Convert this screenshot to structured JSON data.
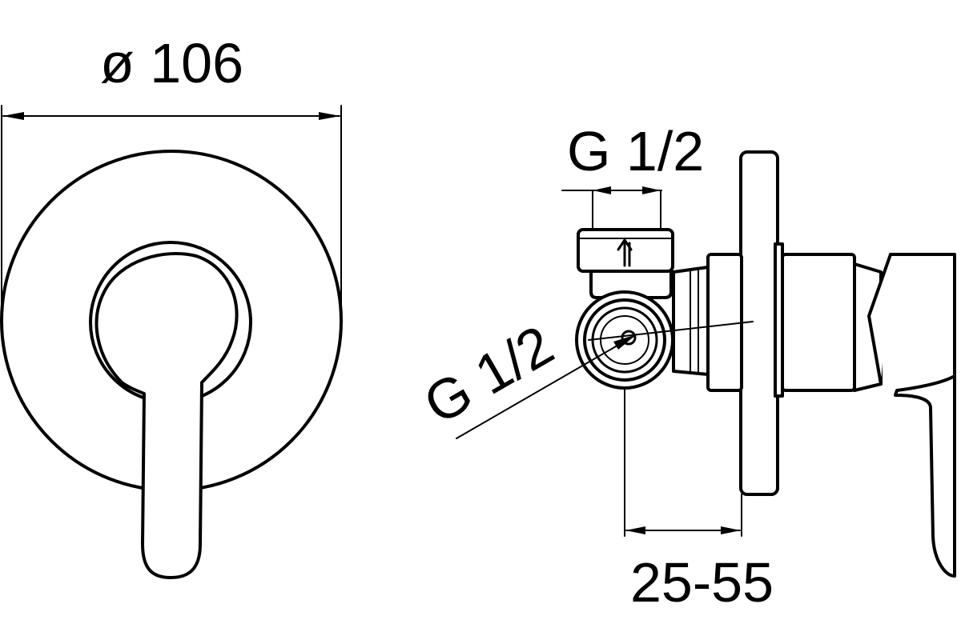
{
  "dimensions": {
    "diameter_label": "ø 106",
    "top_inlet_label": "G 1/2",
    "side_inlet_label": "G 1/2",
    "depth_range_label": "25-55"
  },
  "colors": {
    "line": "#000000",
    "background": "#ffffff"
  }
}
